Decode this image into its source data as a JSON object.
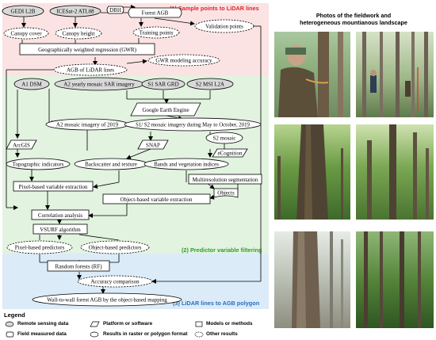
{
  "sections": {
    "s1": "(1) Sample points to LiDAR lines",
    "s2": "(2) Predictor variable filtering",
    "s3": "(3) LiDAR lines to AGB polygon"
  },
  "nodes": {
    "gedi": "GEDI L2B",
    "icesat": "ICESat-2 ATL08",
    "dbh": "DBH",
    "forest_agb": "Forest AGB",
    "validation": "Validation points",
    "canopy_cover": "Canopy cover",
    "canopy_height": "Canopy height",
    "training": "Training points",
    "gwr": "Geographically weighted regression (GWR)",
    "gwr_acc": "GWR modeling accuracy",
    "agb_lidar": "AGB of LiDAR lines",
    "a1dsm": "A1 DSM",
    "a2sar": "A2 yearly mosaic SAR imagery",
    "s1grd": "S1 SAR GRD",
    "s2msi": "S2 MSI L2A",
    "gee": "Google Earth Engine",
    "a2mosaic": "A2 mosaic imagery of 2019",
    "s1s2mosaic": "S1/ S2 mosaic imagery during May to October, 2019",
    "snap": "SNAP",
    "s2mos": "S2 mosaic",
    "arcgis": "ArcGIS",
    "ecognition": "eCognition",
    "topo": "Topographic indicators",
    "backscatter": "Backscatter and texture",
    "bands": "Bands and vegetation indices",
    "mrs": "Multiresolution segmentation",
    "pixel_extract": "Pixel-based variable extraction",
    "objects": "Objects",
    "object_extract": "Object-based variable extraction",
    "correlation": "Correlation analysis",
    "vsurf": "VSURF algorithm",
    "pixel_pred": "Pixel-based predictors",
    "object_pred": "Object-based predictors",
    "rf": "Random forests (RF)",
    "acc_comp": "Accuracy comparison",
    "w2w": "Wall-to-wall forest AGB by the object-based mapping"
  },
  "photos": {
    "title_line1": "Photos of the fieldwork and",
    "title_line2": "heterogeneous mountianous landscape"
  },
  "legend": {
    "title": "Legend",
    "rs": "Remote sensing data",
    "platform": "Platform or software",
    "models": "Models or methods",
    "field": "Field measured data",
    "results": "Results in raster or polygon format",
    "other": "Other results"
  },
  "colors": {
    "sec1_bg": "#fbe3e3",
    "sec2_bg": "#e2f3e0",
    "sec3_bg": "#dcebf8",
    "sec1_text": "#e0242a",
    "sec2_text": "#2e9e2e",
    "sec3_text": "#2a6fc0",
    "rs_fill": "#d9d9d9"
  }
}
